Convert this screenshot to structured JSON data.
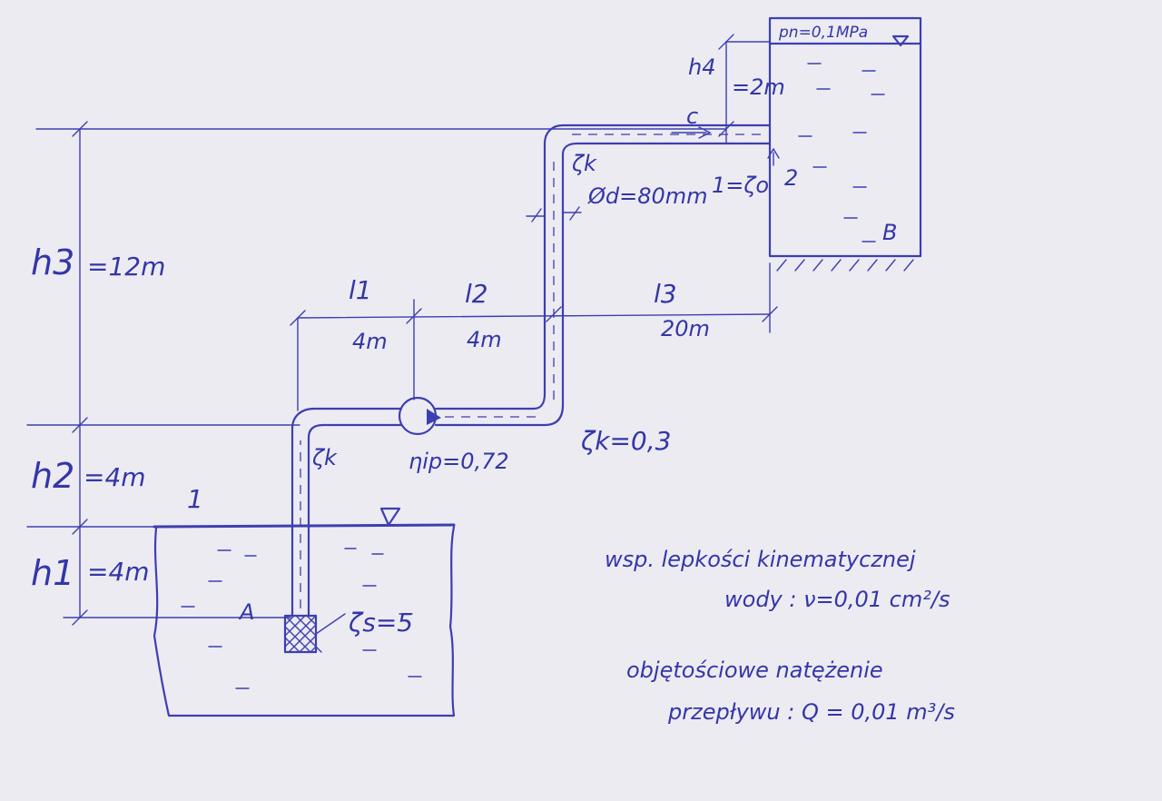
{
  "labels": {
    "h3": "h3",
    "h3_val": "=12m",
    "h2": "h2",
    "h2_val": "=4m",
    "h1": "h1",
    "h1_val": "=4m",
    "h4": "h4",
    "h4_val": "=2m",
    "l1": "l1",
    "l1_val": "4m",
    "l2": "l2",
    "l2_val": "4m",
    "l3": "l3",
    "l3_val": "20m",
    "surface_1": "1",
    "point_A": "A",
    "point_B": "B",
    "point_2": "2",
    "point_c": "c",
    "zeta_k_upper": "ζk",
    "zeta_k_lower": "ζk",
    "zeta_k_value": "ζk=0,3",
    "zeta_o": "1=ζo",
    "diameter": "Ød=80mm",
    "pump_eff": "ηip=0,72",
    "zeta_s": "ζs=5",
    "pn": "pn=0,1MPa"
  },
  "notes": {
    "viscosity_line1": "wsp. lepkości kinematycznej",
    "viscosity_line2": "wody : ν=0,01 cm²/s",
    "flow_line1": "objętościowe natężenie",
    "flow_line2": "przepływu : Q = 0,01 m³/s"
  },
  "colors": {
    "ink": "#3d3fb0",
    "paper": "#ecebf2"
  }
}
